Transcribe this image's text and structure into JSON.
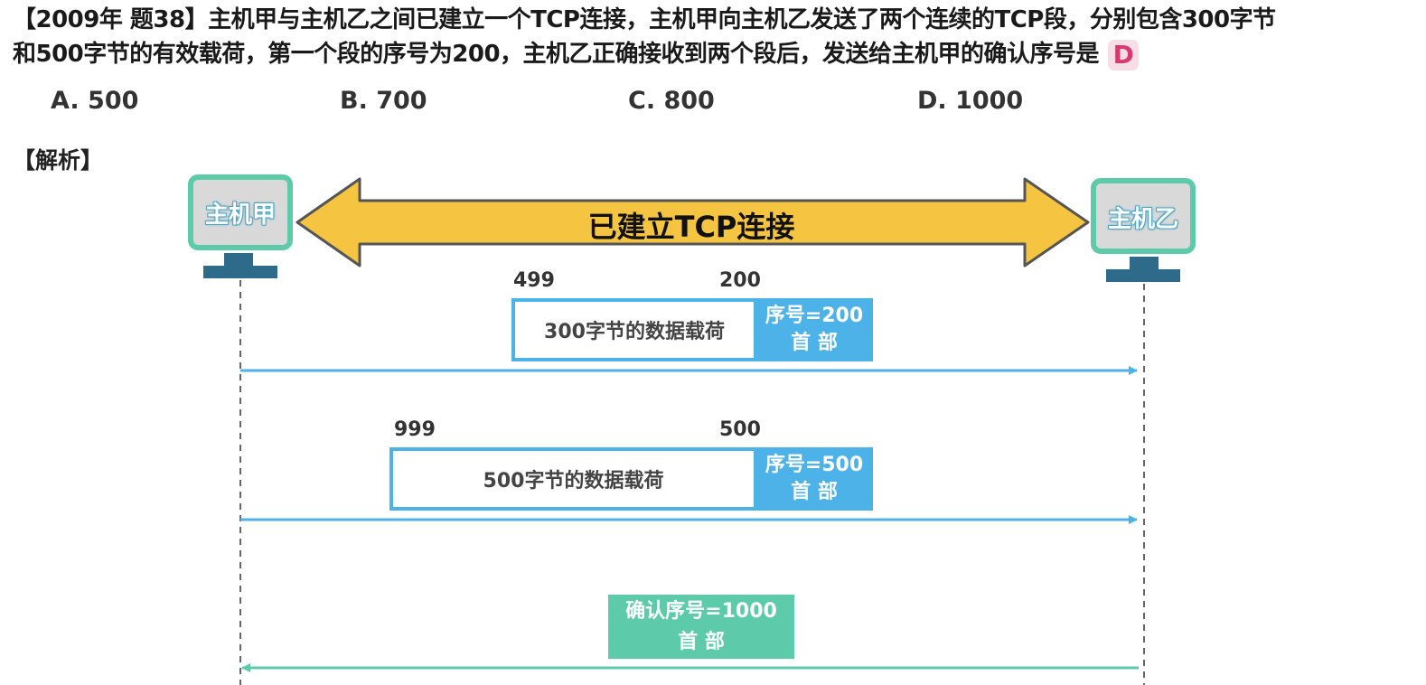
{
  "question": {
    "line1": "【2009年 题38】主机甲与主机乙之间已建立一个TCP连接，主机甲向主机乙发送了两个连续的TCP段，分别包含300字节",
    "line2": "和500字节的有效载荷，第一个段的序号为200，主机乙正确接收到两个段后，发送给主机甲的确认序号是",
    "answer": "D"
  },
  "options": [
    {
      "label": "A. 500"
    },
    {
      "label": "B. 700"
    },
    {
      "label": "C. 800"
    },
    {
      "label": "D. 1000"
    }
  ],
  "analysis_label": "【解析】",
  "diagram": {
    "host_a": "主机甲",
    "host_b": "主机乙",
    "connection_label": "已建立TCP连接",
    "segment1": {
      "left_num": "499",
      "right_num": "200",
      "payload": "300字节的数据载荷",
      "seq": "序号=200",
      "header": "首 部"
    },
    "segment2": {
      "left_num": "999",
      "right_num": "500",
      "payload": "500字节的数据载荷",
      "seq": "序号=500",
      "header": "首 部"
    },
    "ack": {
      "ack_num": "确认序号=1000",
      "header": "首 部"
    }
  },
  "colors": {
    "segment_blue": "#4db2e8",
    "ack_green": "#5dcba9",
    "banner_yellow": "#f5c542",
    "monitor_teal": "#5dcba9",
    "stand_blue": "#2e6b8a",
    "answer_pink": "#d63a6e"
  }
}
